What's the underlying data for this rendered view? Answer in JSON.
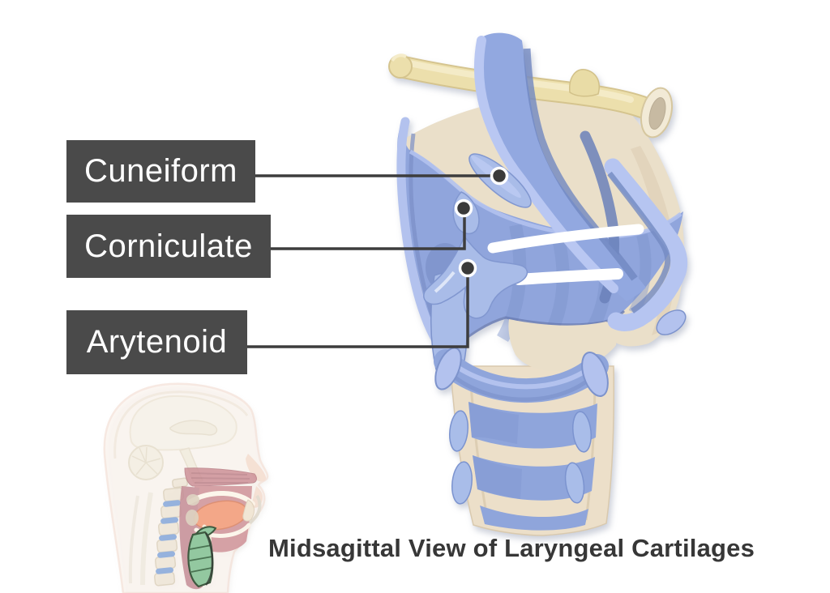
{
  "figure": {
    "title": "Midsagittal View of Laryngeal Cartilages",
    "labels": [
      {
        "id": "cuneiform",
        "text": "Cuneiform"
      },
      {
        "id": "corniculate",
        "text": "Corniculate"
      },
      {
        "id": "arytenoid",
        "text": "Arytenoid"
      }
    ],
    "palette": {
      "label_background": "#4a4a4a",
      "label_text": "#ffffff",
      "leader_line": "#3d3d3d",
      "pointer_dot": "#3a3a3a",
      "cartilage_blue": "#90a5dc",
      "cartilage_blue_light": "#a9bce8",
      "membrane_beige": "#eadfc9",
      "hyoid_tan": "#ecdfac",
      "ligament_white": "#ffffff",
      "trachea_cream": "#ecdfc9",
      "inset_larynx_green": "#93c8a0",
      "title_color": "#373737",
      "background": "#ffffff"
    }
  }
}
